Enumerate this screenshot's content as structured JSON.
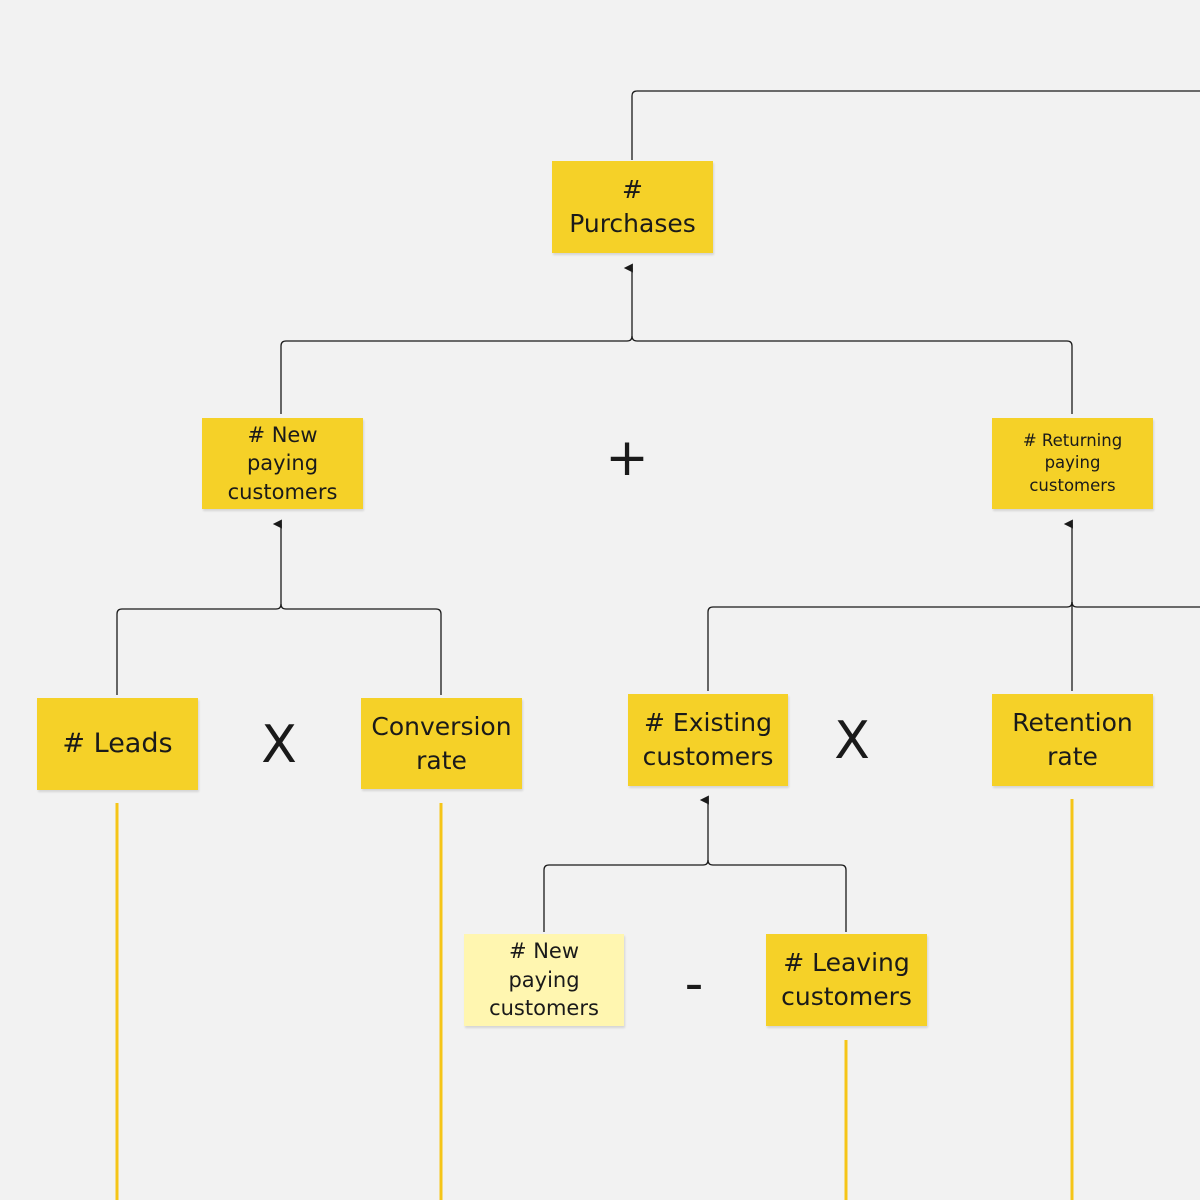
{
  "colors": {
    "background": "#f2f2f2",
    "note_yellow": "#f5d128",
    "note_light_yellow": "#fff6b0",
    "connector": "#1a1a1a",
    "guide_line": "#f5c518"
  },
  "notes": {
    "purchases": "#\nPurchases",
    "new_paying": "# New paying\ncustomers",
    "returning_paying": "# Returning\npaying\ncustomers",
    "leads": "# Leads",
    "conversion_rate": "Conversion\nrate",
    "existing_customers": "# Existing\ncustomers",
    "retention_rate": "Retention\nrate",
    "new_paying_small": "# New paying\ncustomers",
    "leaving_customers": "# Leaving\ncustomers"
  },
  "operators": {
    "plus": "+",
    "times_left": "X",
    "times_right": "X",
    "minus": "-"
  }
}
